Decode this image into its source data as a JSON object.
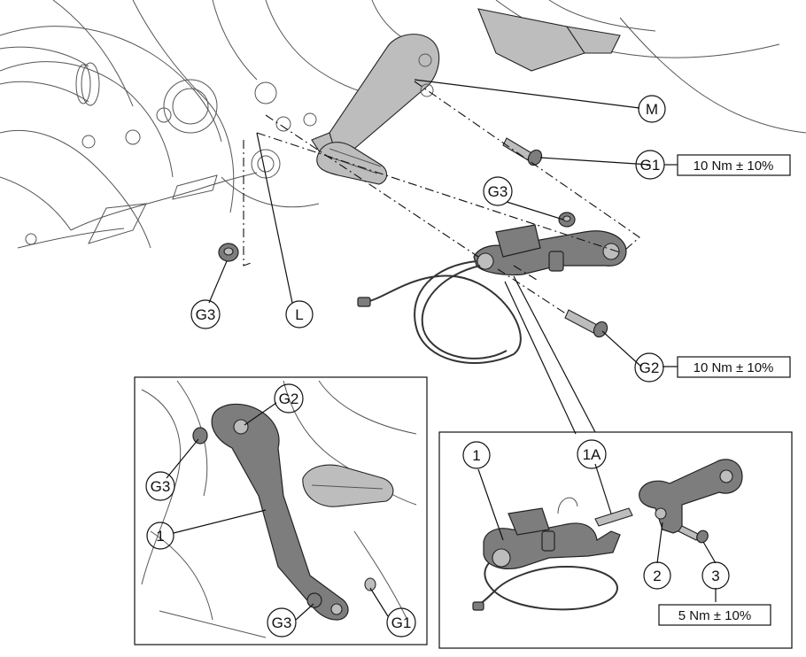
{
  "callouts": {
    "M": "M",
    "G1": "G1",
    "G3_top": "G3",
    "G3_left": "G3",
    "L": "L",
    "G2": "G2",
    "inset_left": {
      "G2": "G2",
      "G3_upper": "G3",
      "part_1": "1",
      "G3_lower": "G3",
      "G1": "G1"
    },
    "inset_right": {
      "part_1": "1",
      "part_1A": "1A",
      "part_2": "2",
      "part_3": "3"
    }
  },
  "torque": {
    "G1": "10 Nm ± 10%",
    "G2": "10 Nm ± 10%",
    "screw_3": "5 Nm ± 10%"
  }
}
